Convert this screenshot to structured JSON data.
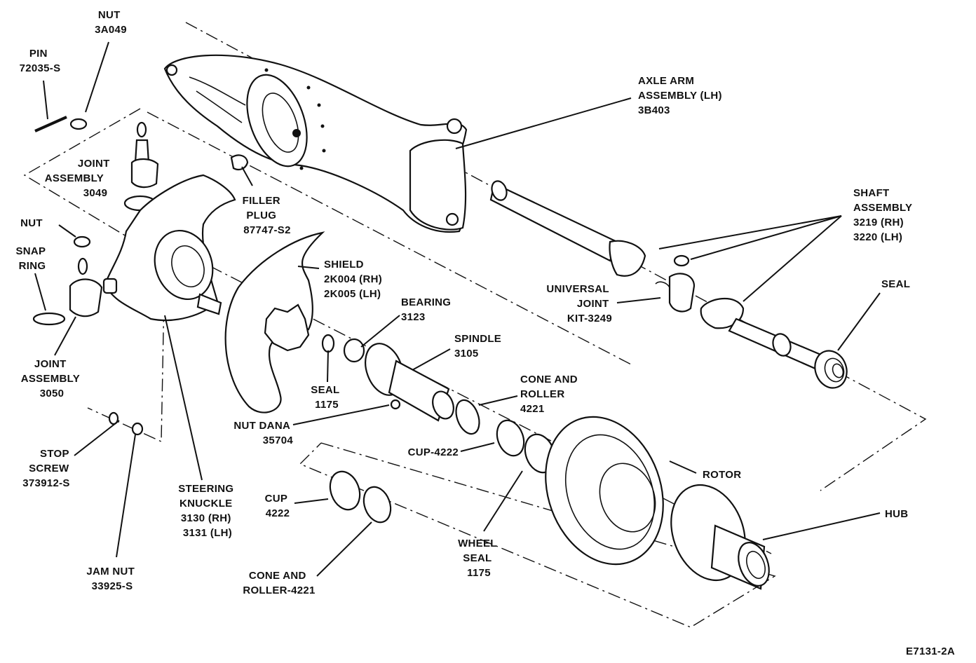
{
  "diagram": {
    "drawing_code": "E7131-2A",
    "labels": {
      "nut_3a049": [
        "NUT",
        "3A049"
      ],
      "pin": [
        "PIN",
        "72035-S"
      ],
      "joint_assembly_3049": [
        "JOINT",
        "ASSEMBLY",
        "3049"
      ],
      "nut": [
        "NUT"
      ],
      "snap_ring": [
        "SNAP",
        "RING"
      ],
      "joint_assembly_3050": [
        "JOINT",
        "ASSEMBLY",
        "3050"
      ],
      "filler_plug": [
        "FILLER",
        "PLUG",
        "87747-S2"
      ],
      "axle_arm": [
        "AXLE ARM",
        "ASSEMBLY (LH)",
        "3B403"
      ],
      "shaft_assembly": [
        "SHAFT",
        "ASSEMBLY",
        "3219 (RH)",
        "3220 (LH)"
      ],
      "shield": [
        "SHIELD",
        "2K004 (RH)",
        "2K005 (LH)"
      ],
      "universal_joint": [
        "UNIVERSAL",
        "JOINT",
        "KIT-3249"
      ],
      "seal_right": [
        "SEAL"
      ],
      "bearing": [
        "BEARING",
        "3123"
      ],
      "spindle": [
        "SPINDLE",
        "3105"
      ],
      "seal_1175": [
        "SEAL",
        "1175"
      ],
      "cone_roller_4221": [
        "CONE AND",
        "ROLLER",
        "4221"
      ],
      "nut_dana": [
        "NUT DANA",
        "35704"
      ],
      "cup_4222_upper": [
        "CUP-4222"
      ],
      "stop_screw": [
        "STOP",
        "SCREW",
        "373912-S"
      ],
      "steering_knuckle": [
        "STEERING",
        "KNUCKLE",
        "3130 (RH)",
        "3131 (LH)"
      ],
      "cup_4222_lower": [
        "CUP",
        "4222"
      ],
      "rotor": [
        "ROTOR"
      ],
      "hub": [
        "HUB"
      ],
      "wheel_seal": [
        "WHEEL",
        "SEAL",
        "1175"
      ],
      "jam_nut": [
        "JAM NUT",
        "33925-S"
      ],
      "cone_roller_lower": [
        "CONE AND",
        "ROLLER-4221"
      ]
    }
  }
}
